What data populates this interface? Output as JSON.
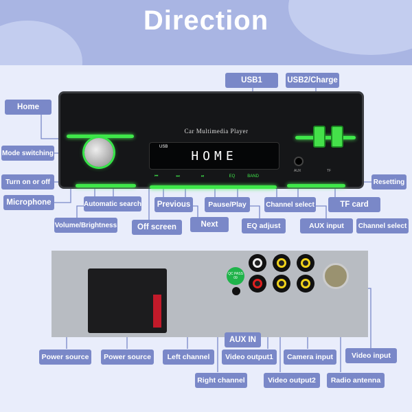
{
  "title": "Direction",
  "device": {
    "faceplate_text": "Car Multimedia Player",
    "display_text": "HOME",
    "display_source": "USB",
    "buttons": [
      "EQ",
      "BAND"
    ],
    "jack_labels": [
      "AUX",
      "TF"
    ],
    "qc_sticker": "QC PASS 09",
    "accent_color": "#3fe84a"
  },
  "labels": {
    "usb1": "USB1",
    "usb2": "USB2/Charge",
    "home": "Home",
    "mode": "Mode switching",
    "power": "Turn on or off",
    "mic": "Microphone",
    "auto_search": "Automatic search",
    "previous": "Previous",
    "pause_play": "Pause/Play",
    "channel_select": "Channel select",
    "tf_card": "TF card",
    "resetting": "Resetting",
    "volume": "Volume/Brightness",
    "off_screen": "Off screen",
    "next": "Next",
    "eq_adjust": "EQ adjust",
    "aux_input": "AUX  input",
    "channel_select2": "Channel select",
    "power_source1": "Power source",
    "power_source2": "Power source",
    "left_channel": "Left channel",
    "video_output1": "Video output1",
    "camera_input": "Camera input",
    "video_input": "Video input",
    "aux_in": "AUX IN",
    "right_channel": "Right channel",
    "video_output2": "Video output2",
    "radio_antenna": "Radio antenna"
  }
}
